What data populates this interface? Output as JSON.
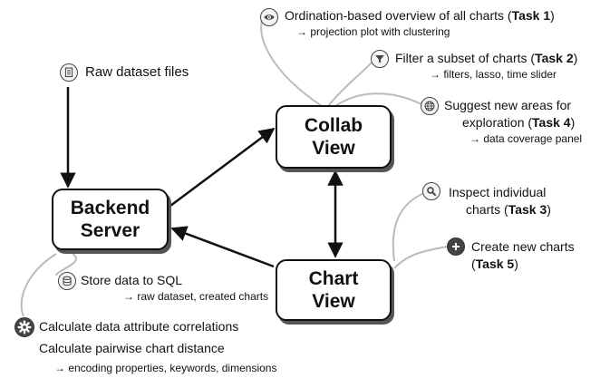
{
  "nodes": {
    "backend": [
      "Backend",
      "Server"
    ],
    "collab": [
      "Collab",
      "View"
    ],
    "chart": [
      "Chart",
      "View"
    ]
  },
  "raw": {
    "label": "Raw dataset files"
  },
  "store": {
    "label": "Store data to SQL",
    "detail": "→ raw dataset, created charts"
  },
  "calc": {
    "line1": "Calculate data attribute correlations",
    "line2": "Calculate pairwise chart distance",
    "detail": "→ encoding properties, keywords, dimensions"
  },
  "task1": {
    "pre": "Ordination-based overview of all charts (",
    "task": "Task 1",
    "post": ")",
    "detail": "→ projection plot with clustering"
  },
  "task2": {
    "pre": "Filter a subset of charts (",
    "task": "Task 2",
    "post": ")",
    "detail": "→ filters, lasso, time slider"
  },
  "task4": {
    "line1": "Suggest new areas for",
    "pre": "exploration (",
    "task": "Task 4",
    "post": ")",
    "detail": "→ data coverage panel"
  },
  "task3": {
    "line1": "Inspect individual",
    "pre": "charts (",
    "task": "Task 3",
    "post": ")"
  },
  "task5": {
    "line1": "Create new charts",
    "pre": "(",
    "task": "Task 5",
    "post": ")"
  },
  "icons": {
    "raw": "document-icon",
    "store": "database-icon",
    "calc": "gear-icon",
    "task1": "eye-icon",
    "task2": "filter-icon",
    "task4": "globe-icon",
    "task3": "magnifier-icon",
    "task5": "plus-circle-icon"
  },
  "colors": {
    "line": "#111111",
    "leader": "#bbbbbb",
    "shadow": "#555555"
  }
}
